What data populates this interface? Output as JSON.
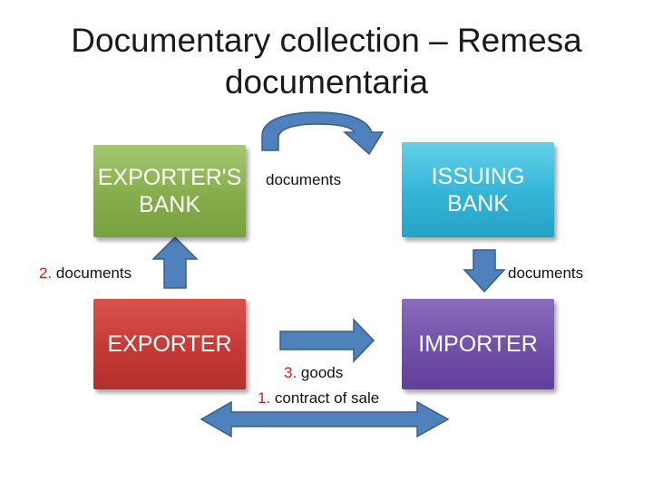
{
  "title": {
    "line1": "Documentary collection – Remesa",
    "line2": "documentaria"
  },
  "nodes": {
    "exporters_bank": {
      "line1": "EXPORTER'S",
      "line2": "BANK"
    },
    "issuing_bank": {
      "line1": "ISSUING",
      "line2": "BANK"
    },
    "exporter": {
      "label": "EXPORTER"
    },
    "importer": {
      "label": "IMPORTER"
    }
  },
  "edges": {
    "bank_to_bank": {
      "label": "documents"
    },
    "exporter_to_exporters_bank": {
      "number": "2.",
      "label": "documents"
    },
    "issuing_bank_to_importer": {
      "label": "documents"
    },
    "goods": {
      "number": "3.",
      "label": "goods"
    },
    "contract": {
      "number": "1.",
      "label": "contract of sale"
    }
  },
  "colors": {
    "exporters_bank": "#86ad4c",
    "issuing_bank": "#33b5d8",
    "exporter": "#c53a36",
    "importer": "#7150a8",
    "arrow_fill": "#4f81bd",
    "arrow_stroke": "#385d8a",
    "step_number": "#cc1f1f"
  }
}
